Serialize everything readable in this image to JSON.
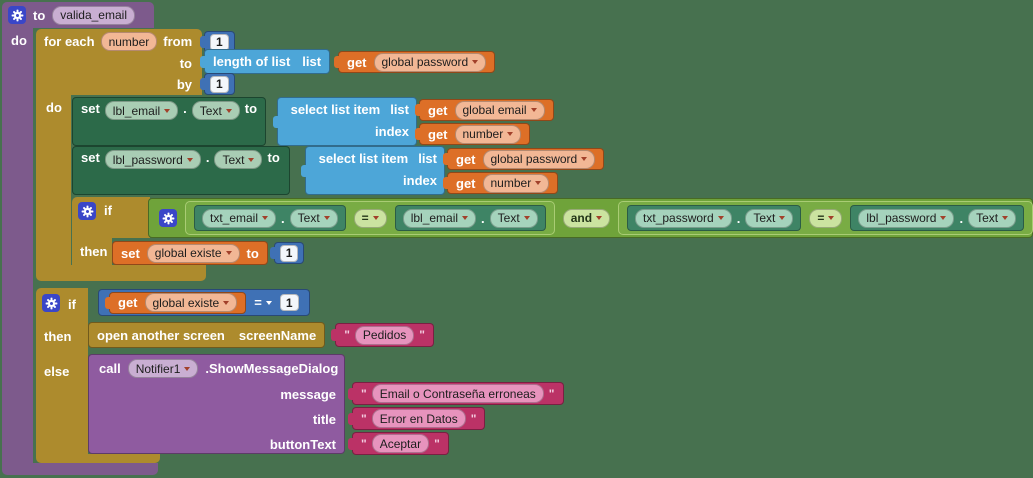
{
  "colors": {
    "workspace_background": "#47714F",
    "control_gold": "#AD8B2D",
    "logic_green": "#6FA33A",
    "math_blue": "#3F71B5",
    "text_magenta": "#BB3266",
    "lists_blue": "#4DA6D8",
    "variables_orange": "#DD6F27",
    "component_set_green": "#2C6A49",
    "component_get_green": "#3E8465",
    "procedure_purple": "#7D5A8C",
    "method_call_purple": "#8F5BA0",
    "mutator_gear_blue": "#3A46C8"
  },
  "procedure": {
    "to_label": "to",
    "name": "valida_email",
    "do_label": "do"
  },
  "for_each": {
    "label": "for each",
    "var_name": "number",
    "from_label": "from",
    "from_value": "1",
    "to_label": "to",
    "by_label": "by",
    "by_value": "1",
    "do_label": "do"
  },
  "length_of_list": {
    "label": "length of list",
    "list_label": "list"
  },
  "get_password_top": {
    "get_label": "get",
    "var_name": "global password"
  },
  "set_email": {
    "set_label": "set",
    "component": "lbl_email",
    "dot": ".",
    "property": "Text",
    "to_label": "to"
  },
  "select_email": {
    "label": "select list item",
    "list_label": "list",
    "index_label": "index"
  },
  "get_email_list": {
    "get_label": "get",
    "var_name": "global email"
  },
  "get_email_index": {
    "get_label": "get",
    "var_name": "number"
  },
  "set_password": {
    "set_label": "set",
    "component": "lbl_password",
    "dot": ".",
    "property": "Text",
    "to_label": "to"
  },
  "select_password": {
    "label": "select list item",
    "list_label": "list",
    "index_label": "index"
  },
  "get_password_list": {
    "get_label": "get",
    "var_name": "global password"
  },
  "get_password_index": {
    "get_label": "get",
    "var_name": "number"
  },
  "inner_if": {
    "if_label": "if",
    "then_label": "then"
  },
  "condition": {
    "and_label": "and",
    "eq1": {
      "left_component": "txt_email",
      "dot": ".",
      "left_property": "Text",
      "operator": "=",
      "right_component": "lbl_email",
      "right_property": "Text"
    },
    "eq2": {
      "left_component": "txt_password",
      "dot": ".",
      "left_property": "Text",
      "operator": "=",
      "right_component": "lbl_password",
      "right_property": "Text"
    }
  },
  "set_existe": {
    "set_label": "set",
    "var_name": "global existe",
    "to_label": "to",
    "value": "1"
  },
  "outer_if": {
    "if_label": "if",
    "then_label": "then",
    "else_label": "else"
  },
  "existe_check": {
    "get_label": "get",
    "var_name": "global existe",
    "operator": "=",
    "value": "1"
  },
  "open_screen": {
    "label": "open another screen",
    "param_label": "screenName",
    "screen_name": "Pedidos"
  },
  "notifier": {
    "call_label": "call",
    "component": "Notifier1",
    "method": ".ShowMessageDialog",
    "message_label": "message",
    "message_value": "Email o Contraseña erroneas",
    "title_label": "title",
    "title_value": "Error en Datos",
    "button_text_label": "buttonText",
    "button_text_value": "Aceptar"
  },
  "quote_mark": "\""
}
